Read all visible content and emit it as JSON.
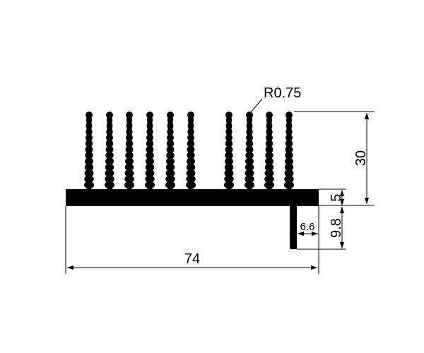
{
  "drawing": {
    "ink_color": "#000000",
    "background": "#ffffff",
    "fin_count": 10,
    "labels": {
      "radius": "R0.75",
      "fin_height": "30",
      "base_thickness": "5",
      "leg_width": "6.6",
      "leg_height": "9.8",
      "overall_width": "74"
    }
  }
}
